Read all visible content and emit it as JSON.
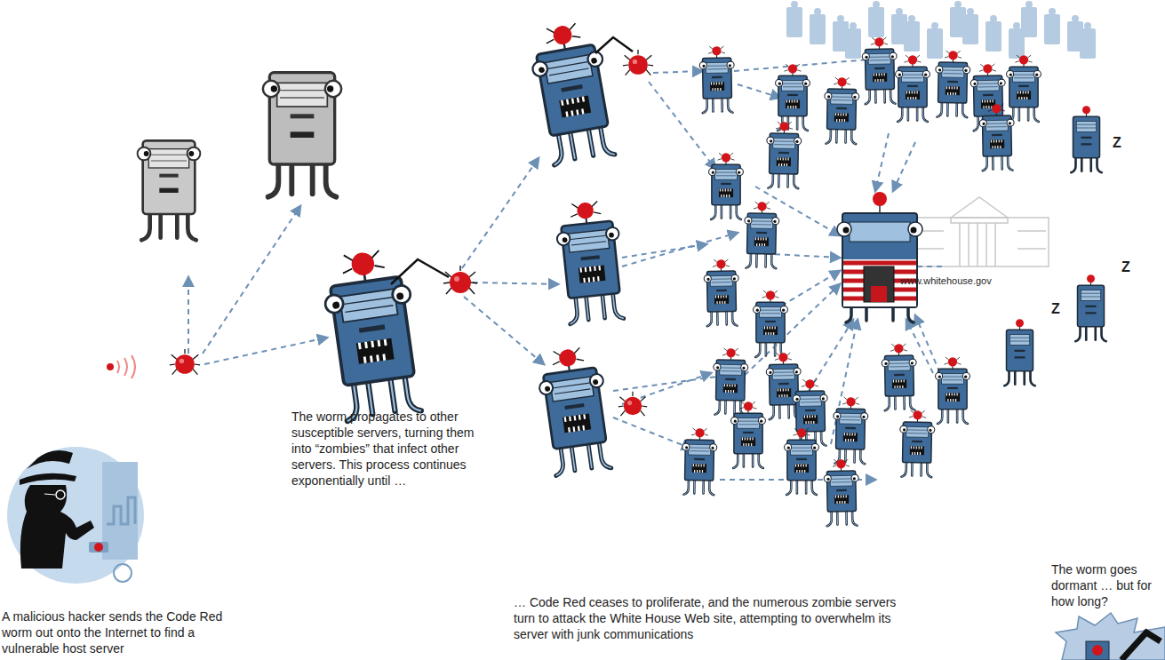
{
  "diagram": {
    "labels": [
      "A malicious hacker sends the Code Red worm out onto the Internet to find a vulnerable host server",
      "The worm propagates to other susceptible servers, turning them into “zombies” that infect other servers. This process continues exponentially until …",
      "… Code Red ceases to proliferate, and the numerous zombie servers turn to attack the White House Web site, attempting to overwhelm its server with junk communications",
      "www.whitehouse.gov",
      "The worm goes dormant … but for how long?",
      "Z",
      "Z",
      "Z"
    ]
  }
}
